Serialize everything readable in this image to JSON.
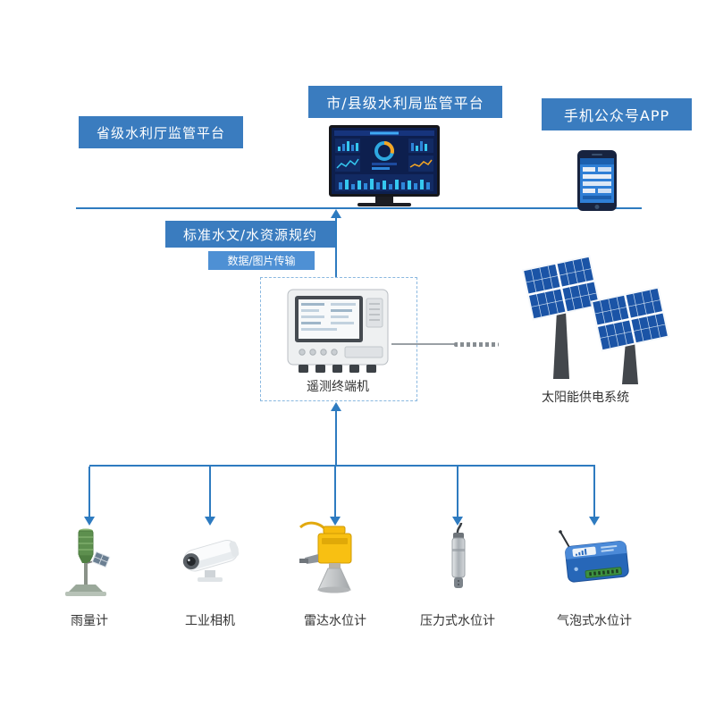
{
  "platforms": {
    "provincial": {
      "label": "省级水利厅监管平台"
    },
    "city_county": {
      "label": "市/县级水利局监管平台"
    },
    "mobile_app": {
      "label": "手机公众号APP"
    }
  },
  "links": {
    "protocol": "标准水文/水资源规约",
    "transmission": "数据/图片传输"
  },
  "rtu": {
    "label": "遥测终端机"
  },
  "solar": {
    "label": "太阳能供电系统"
  },
  "sensors": [
    {
      "id": "rain-gauge",
      "label": "雨量计"
    },
    {
      "id": "industrial-camera",
      "label": "工业相机"
    },
    {
      "id": "radar-level-gauge",
      "label": "雷达水位计"
    },
    {
      "id": "pressure-level-gauge",
      "label": "压力式水位计"
    },
    {
      "id": "bubble-level-gauge",
      "label": "气泡式水位计"
    }
  ],
  "colors": {
    "box_blue": "#3a7cbf",
    "box_blue_light": "#4e90d4",
    "line_blue": "#2e7bc0",
    "dash_blue": "#8ab8e0",
    "panel_blue": "#1b54a6",
    "text_dark": "#333333"
  }
}
